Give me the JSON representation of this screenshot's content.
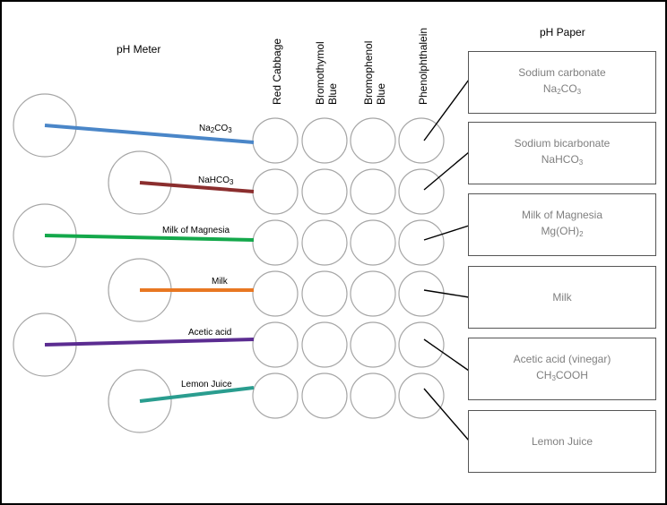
{
  "titles": {
    "ph_meter": "pH Meter",
    "ph_paper": "pH Paper"
  },
  "indicators": [
    {
      "line1": "Red Cabbage",
      "line2": ""
    },
    {
      "line1": "Bromothymol",
      "line2": "Blue"
    },
    {
      "line1": "Bromophenol",
      "line2": "Blue"
    },
    {
      "line1": "Phenolphthalein",
      "line2": ""
    }
  ],
  "probes": [
    {
      "pre": "Na",
      "sub1": "2",
      "mid": "CO",
      "sub2": "3",
      "color": "#4a86c8"
    },
    {
      "pre": "NaHCO",
      "sub1": "3",
      "mid": "",
      "sub2": "",
      "color": "#8b2e2e"
    },
    {
      "pre": "Milk of Magnesia",
      "sub1": "",
      "mid": "",
      "sub2": "",
      "color": "#14a84b"
    },
    {
      "pre": "Milk",
      "sub1": "",
      "mid": "",
      "sub2": "",
      "color": "#e87722"
    },
    {
      "pre": "Acetic acid",
      "sub1": "",
      "mid": "",
      "sub2": "",
      "color": "#5b2c91"
    },
    {
      "pre": "Lemon Juice",
      "sub1": "",
      "mid": "",
      "sub2": "",
      "color": "#2a9d8f"
    }
  ],
  "paper_boxes": [
    {
      "name": "Sodium carbonate",
      "f_pre": "Na",
      "f_sub1": "2",
      "f_mid": "CO",
      "f_sub2": "3",
      "f_post": ""
    },
    {
      "name": "Sodium bicarbonate",
      "f_pre": "NaHCO",
      "f_sub1": "3",
      "f_mid": "",
      "f_sub2": "",
      "f_post": ""
    },
    {
      "name": "Milk of Magnesia",
      "f_pre": "Mg(OH)",
      "f_sub1": "2",
      "f_mid": "",
      "f_sub2": "",
      "f_post": ""
    },
    {
      "name": "Milk",
      "f_pre": "",
      "f_sub1": "",
      "f_mid": "",
      "f_sub2": "",
      "f_post": ""
    },
    {
      "name": "Acetic acid (vinegar)",
      "f_pre": "CH",
      "f_sub1": "3",
      "f_mid": "COOH",
      "f_sub2": "",
      "f_post": ""
    },
    {
      "name": "Lemon Juice",
      "f_pre": "",
      "f_sub1": "",
      "f_mid": "",
      "f_sub2": "",
      "f_post": ""
    }
  ]
}
